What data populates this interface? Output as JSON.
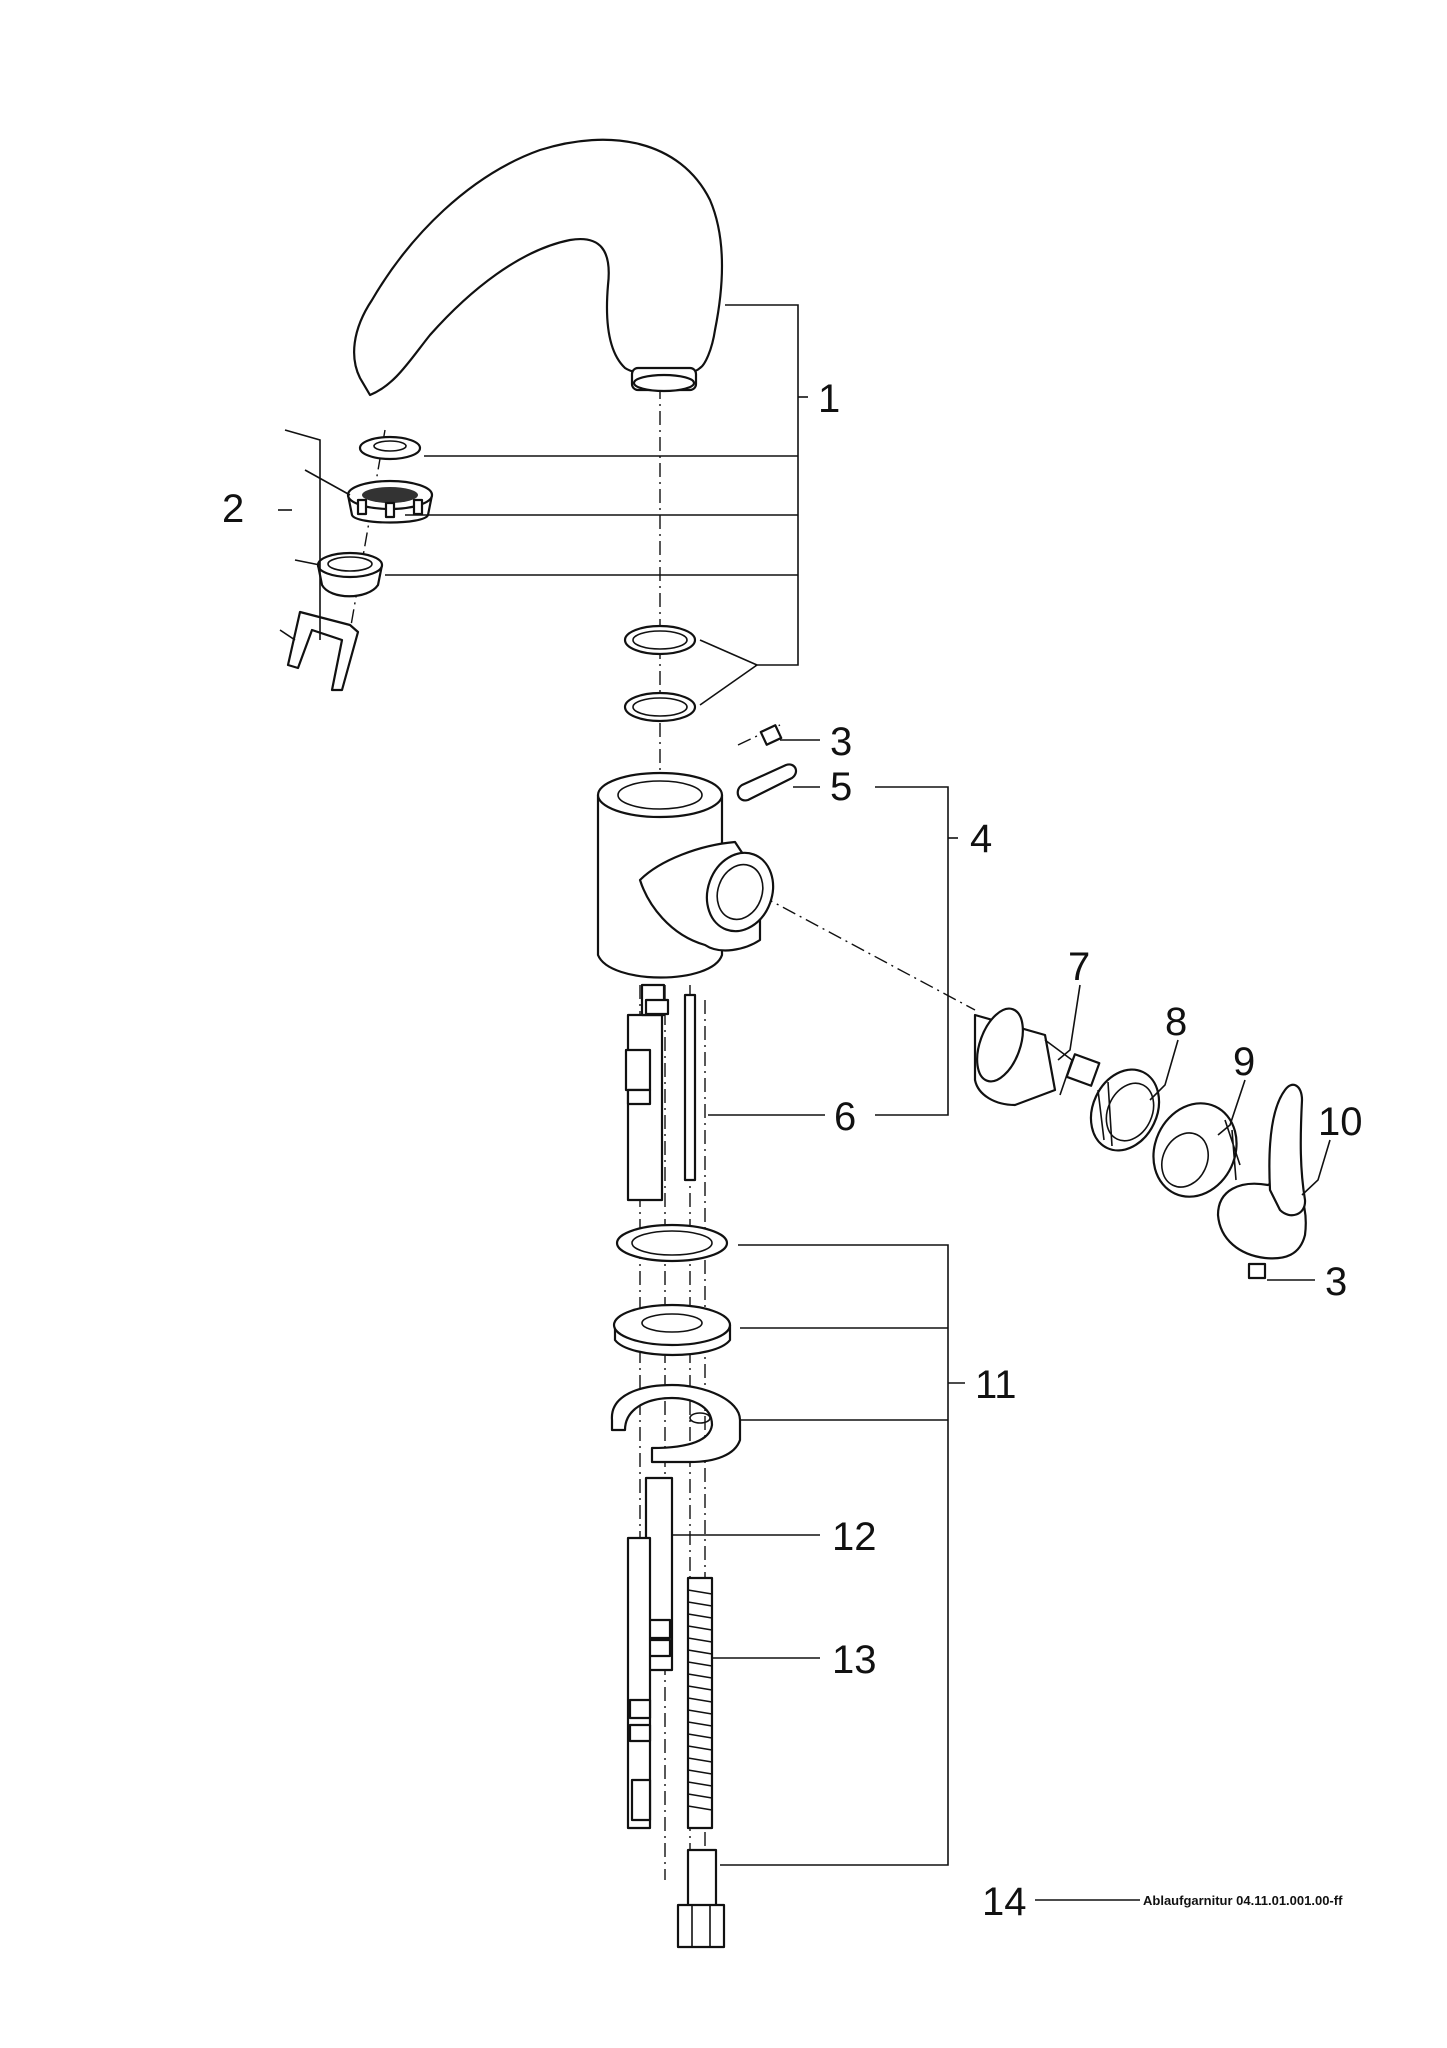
{
  "callouts": [
    "1",
    "2",
    "3",
    "3",
    "3",
    "4",
    "5",
    "6",
    "7",
    "8",
    "9",
    "10",
    "11",
    "12",
    "13",
    "14"
  ],
  "footer_note": "Ablaufgarnitur 04.11.01.001.00-ff"
}
